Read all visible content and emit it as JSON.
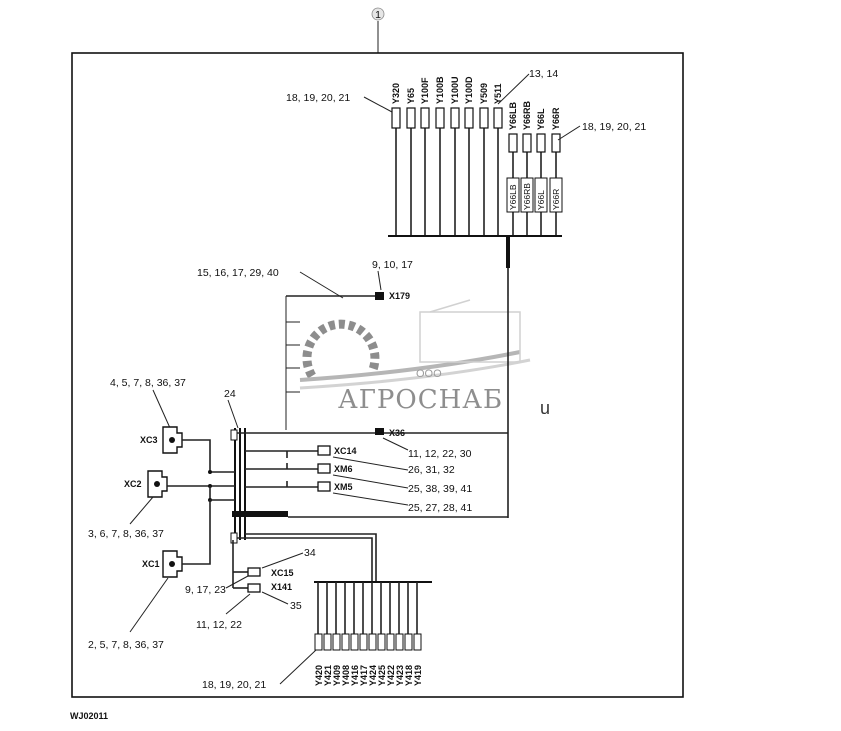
{
  "diagram": {
    "callouts": {
      "top": "1",
      "top_left_conn": "18, 19, 20, 21",
      "top_mid_conn": "13, 14",
      "top_right_conn": "18, 19, 20, 21",
      "x179_left": "15, 16, 17, 29, 40",
      "x179_right": "9, 10, 17",
      "xc3": "4, 5, 7, 8, 36, 37",
      "bundle": "24",
      "xc2": "3, 6, 7, 8, 36, 37",
      "xc1": "2, 5, 7, 8, 36, 37",
      "x36": "11, 12, 22, 30",
      "xc14": "26, 31, 32",
      "xm6": "25, 38, 39, 41",
      "xm5": "25, 27, 28, 41",
      "xc15_top": "34",
      "xc15_left": "9, 17, 23",
      "x141_bottom": "35",
      "x141_left": "11, 12, 22",
      "bottom_conn": "18, 19, 20, 21"
    },
    "top_connectors": [
      "Y320",
      "Y65",
      "Y100F",
      "Y100B",
      "Y100U",
      "Y100D",
      "Y509",
      "Y511"
    ],
    "right_connectors": [
      "Y66LB",
      "Y66RB",
      "Y66L",
      "Y66R"
    ],
    "right_tags": [
      "Y66LB",
      "Y66RB",
      "Y66L",
      "Y66R"
    ],
    "bottom_connectors": [
      "Y420",
      "Y421",
      "Y409",
      "Y408",
      "Y416",
      "Y417",
      "Y424",
      "Y425",
      "Y422",
      "Y423",
      "Y418",
      "Y419"
    ],
    "labels": {
      "x179": "X179",
      "x36": "X36",
      "xc14": "XC14",
      "xm6": "XM6",
      "xm5": "XM5",
      "xc3": "XC3",
      "xc2": "XC2",
      "xc1": "XC1",
      "xc15": "XC15",
      "x141": "X141"
    },
    "figure_code": "WJ02011"
  },
  "watermark": {
    "company_small": "ООО",
    "company": "АГРОСНАБ",
    "suffix": "u"
  }
}
